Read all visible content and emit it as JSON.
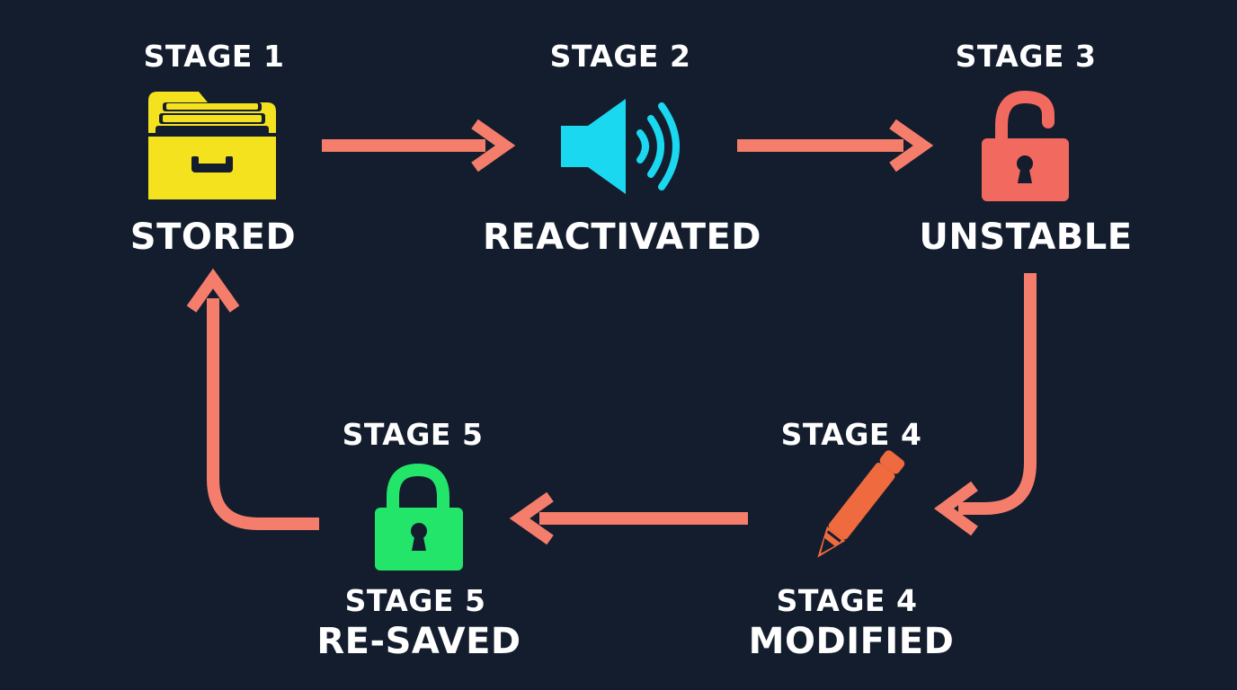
{
  "colors": {
    "background": "#141d2e",
    "arrow": "#f47e6b",
    "stored_icon": "#f4e21f",
    "reactivated_icon": "#19d8ef",
    "unstable_icon": "#f2695f",
    "modified_icon": "#ef6a3e",
    "resaved_icon": "#22e56a",
    "text": "#ffffff"
  },
  "nodes": [
    {
      "id": "stored",
      "stage": "STAGE 1",
      "state": "STORED",
      "icon": "file-drawer-icon"
    },
    {
      "id": "reactivated",
      "stage": "STAGE 2",
      "state": "REACTIVATED",
      "icon": "speaker-icon"
    },
    {
      "id": "unstable",
      "stage": "STAGE 3",
      "state": "UNSTABLE",
      "icon": "unlocked-padlock-icon"
    },
    {
      "id": "modified",
      "stage": "STAGE 4",
      "stage_repeat": "STAGE 4",
      "state": "MODIFIED",
      "icon": "pencil-icon"
    },
    {
      "id": "resaved",
      "stage": "STAGE 5",
      "stage_repeat": "STAGE 5",
      "state": "RE-SAVED",
      "icon": "locked-padlock-icon"
    }
  ],
  "edges": [
    {
      "from": "stored",
      "to": "reactivated"
    },
    {
      "from": "reactivated",
      "to": "unstable"
    },
    {
      "from": "unstable",
      "to": "modified"
    },
    {
      "from": "modified",
      "to": "resaved"
    },
    {
      "from": "resaved",
      "to": "stored"
    }
  ]
}
